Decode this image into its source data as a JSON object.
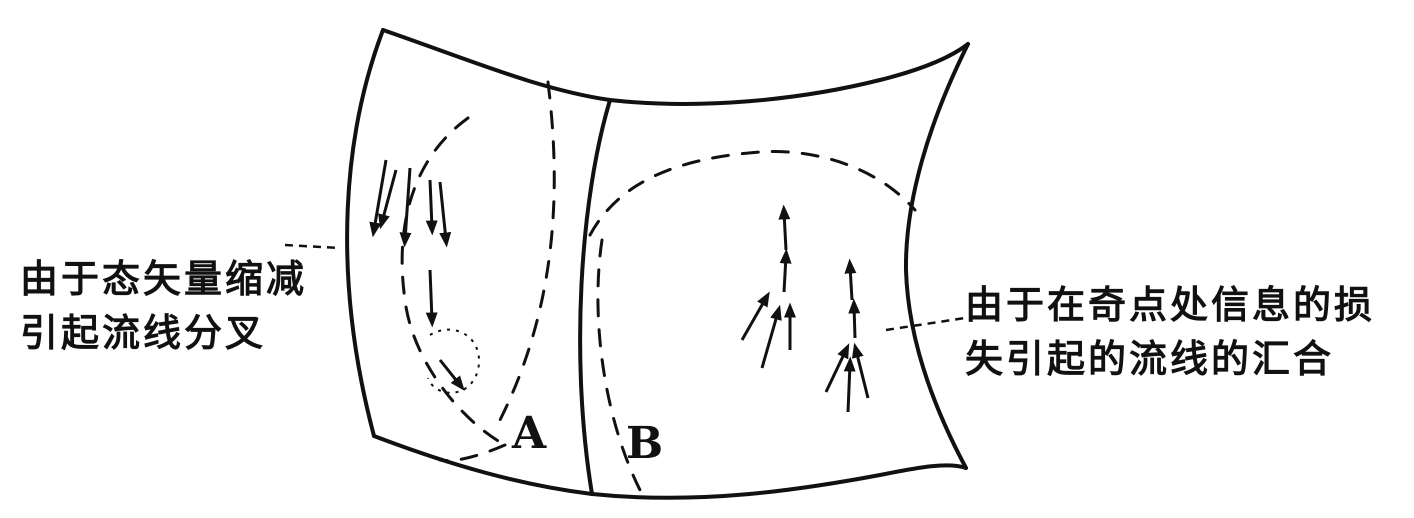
{
  "diagram": {
    "left_caption": [
      "由于态矢量缩减",
      "引起流线分叉"
    ],
    "right_caption": [
      "由于在奇点处信息的损",
      "失引起的流线的汇合"
    ],
    "region_labels": {
      "a": "A",
      "b": "B"
    },
    "colors": {
      "ink": "#111111",
      "background": "#ffffff"
    }
  }
}
